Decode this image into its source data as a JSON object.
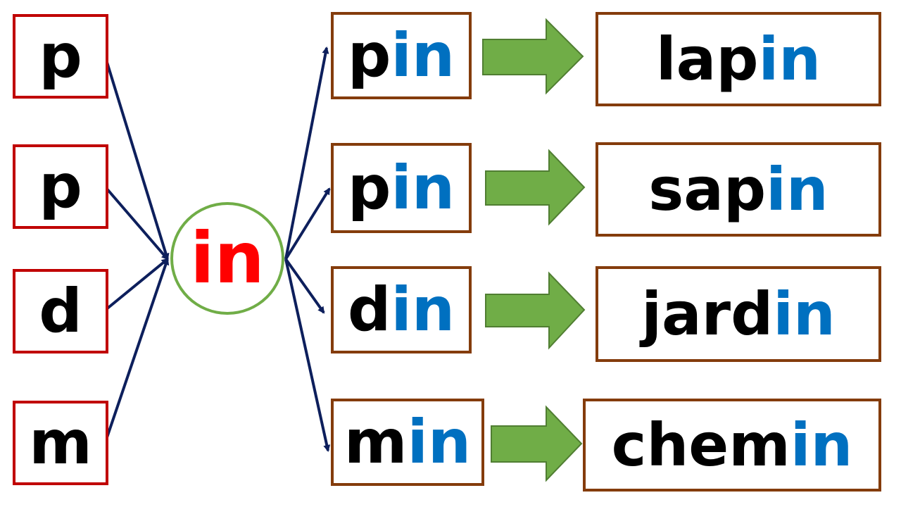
{
  "center": {
    "text": "in",
    "text_color": "#ff0000",
    "ring_color": "#70ad47"
  },
  "consonants": [
    "p",
    "p",
    "d",
    "m"
  ],
  "syllables": [
    {
      "prefix": "p",
      "suffix": "in"
    },
    {
      "prefix": "p",
      "suffix": "in"
    },
    {
      "prefix": "d",
      "suffix": "in"
    },
    {
      "prefix": "m",
      "suffix": "in"
    }
  ],
  "words": [
    {
      "prefix": "lap",
      "suffix": "in"
    },
    {
      "prefix": "sap",
      "suffix": "in"
    },
    {
      "prefix": "jard",
      "suffix": "in"
    },
    {
      "prefix": "chem",
      "suffix": "in"
    }
  ],
  "colors": {
    "consonant_border": "#c00000",
    "syllable_border": "#843c0c",
    "suffix_text": "#0070c0",
    "arrow_line": "#0d1f5c",
    "block_arrow_fill": "#70ad47"
  }
}
